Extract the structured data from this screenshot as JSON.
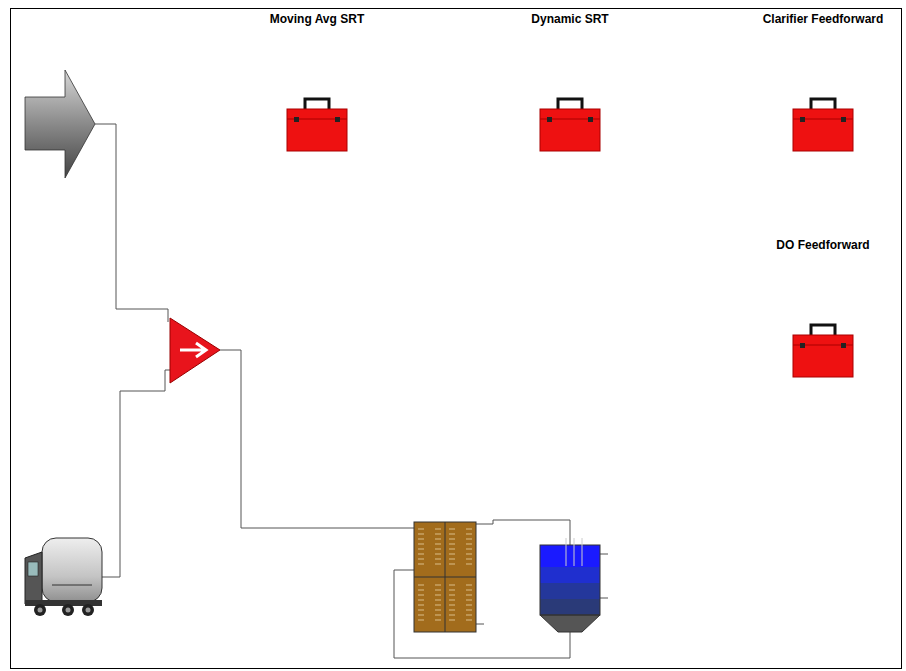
{
  "diagram": {
    "nodes": [
      {
        "text": [
          "Moving Avg SRT"
        ]
      },
      {
        "text": [
          "Dynamic SRT"
        ]
      },
      {
        "text": [
          "Clarifier Feedforward"
        ]
      },
      {
        "text": [
          "DO Feedforward"
        ]
      }
    ]
  }
}
